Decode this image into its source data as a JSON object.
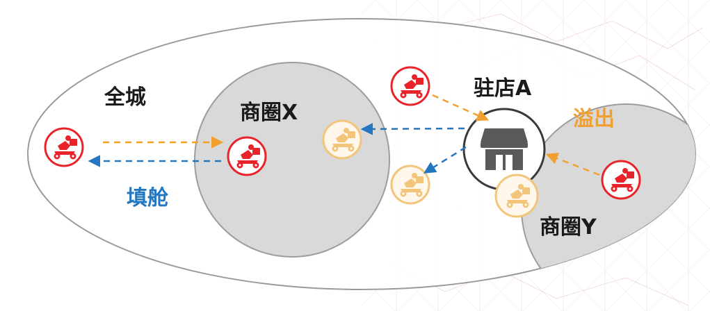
{
  "labels": {
    "city": "全城",
    "zone_x": "商圈X",
    "store_a": "驻店A",
    "overflow": "溢出",
    "fill": "填舱",
    "zone_y": "商圈Y"
  },
  "colors": {
    "red_rider": "#e8232a",
    "faded_rider": "#f2c57a",
    "orange_arrow": "#f0a030",
    "blue_arrow": "#2277c0",
    "overflow_text": "#f0a030",
    "fill_text": "#2277c0",
    "label_text": "#1a1a1a",
    "zone_fill": "#dcdcdc",
    "store_icon": "#5a5a5a"
  },
  "icons": {
    "rider": "delivery-scooter-icon",
    "store": "storefront-icon"
  }
}
